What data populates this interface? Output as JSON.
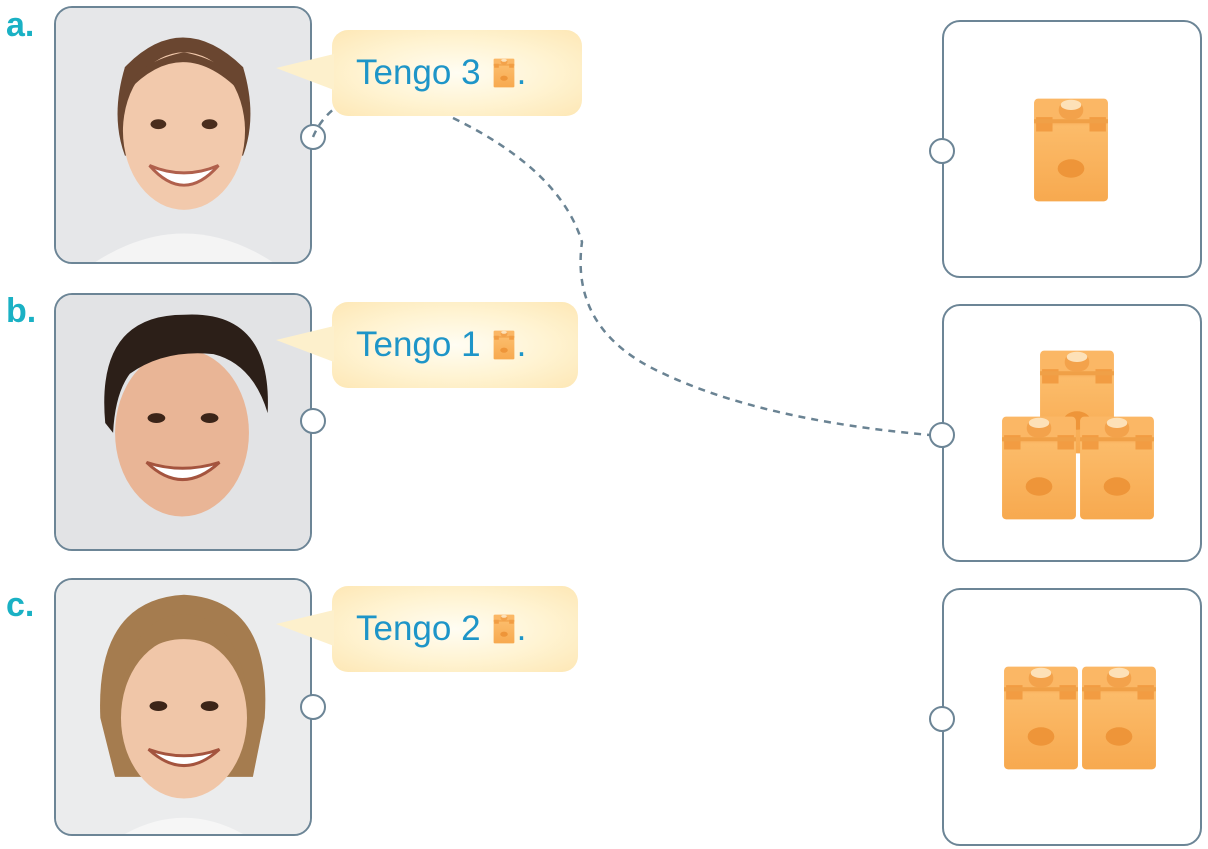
{
  "items": [
    {
      "letter": "a.",
      "speech": "Tengo 3",
      "period": "."
    },
    {
      "letter": "b.",
      "speech": "Tengo 1",
      "period": "."
    },
    {
      "letter": "c.",
      "speech": "Tengo 2",
      "period": "."
    }
  ],
  "cube_cards": [
    {
      "cube_count": 1
    },
    {
      "cube_count": 3
    },
    {
      "cube_count": 2
    }
  ],
  "match_line": {
    "from_item": "a",
    "to_card": 2
  },
  "colors": {
    "letter": "#1ab1c4",
    "speech_text": "#1e95c8",
    "border": "#6c8596",
    "cube": "#f9b15f"
  },
  "icons": [
    "cube-icon",
    "connector-circle-icon"
  ]
}
